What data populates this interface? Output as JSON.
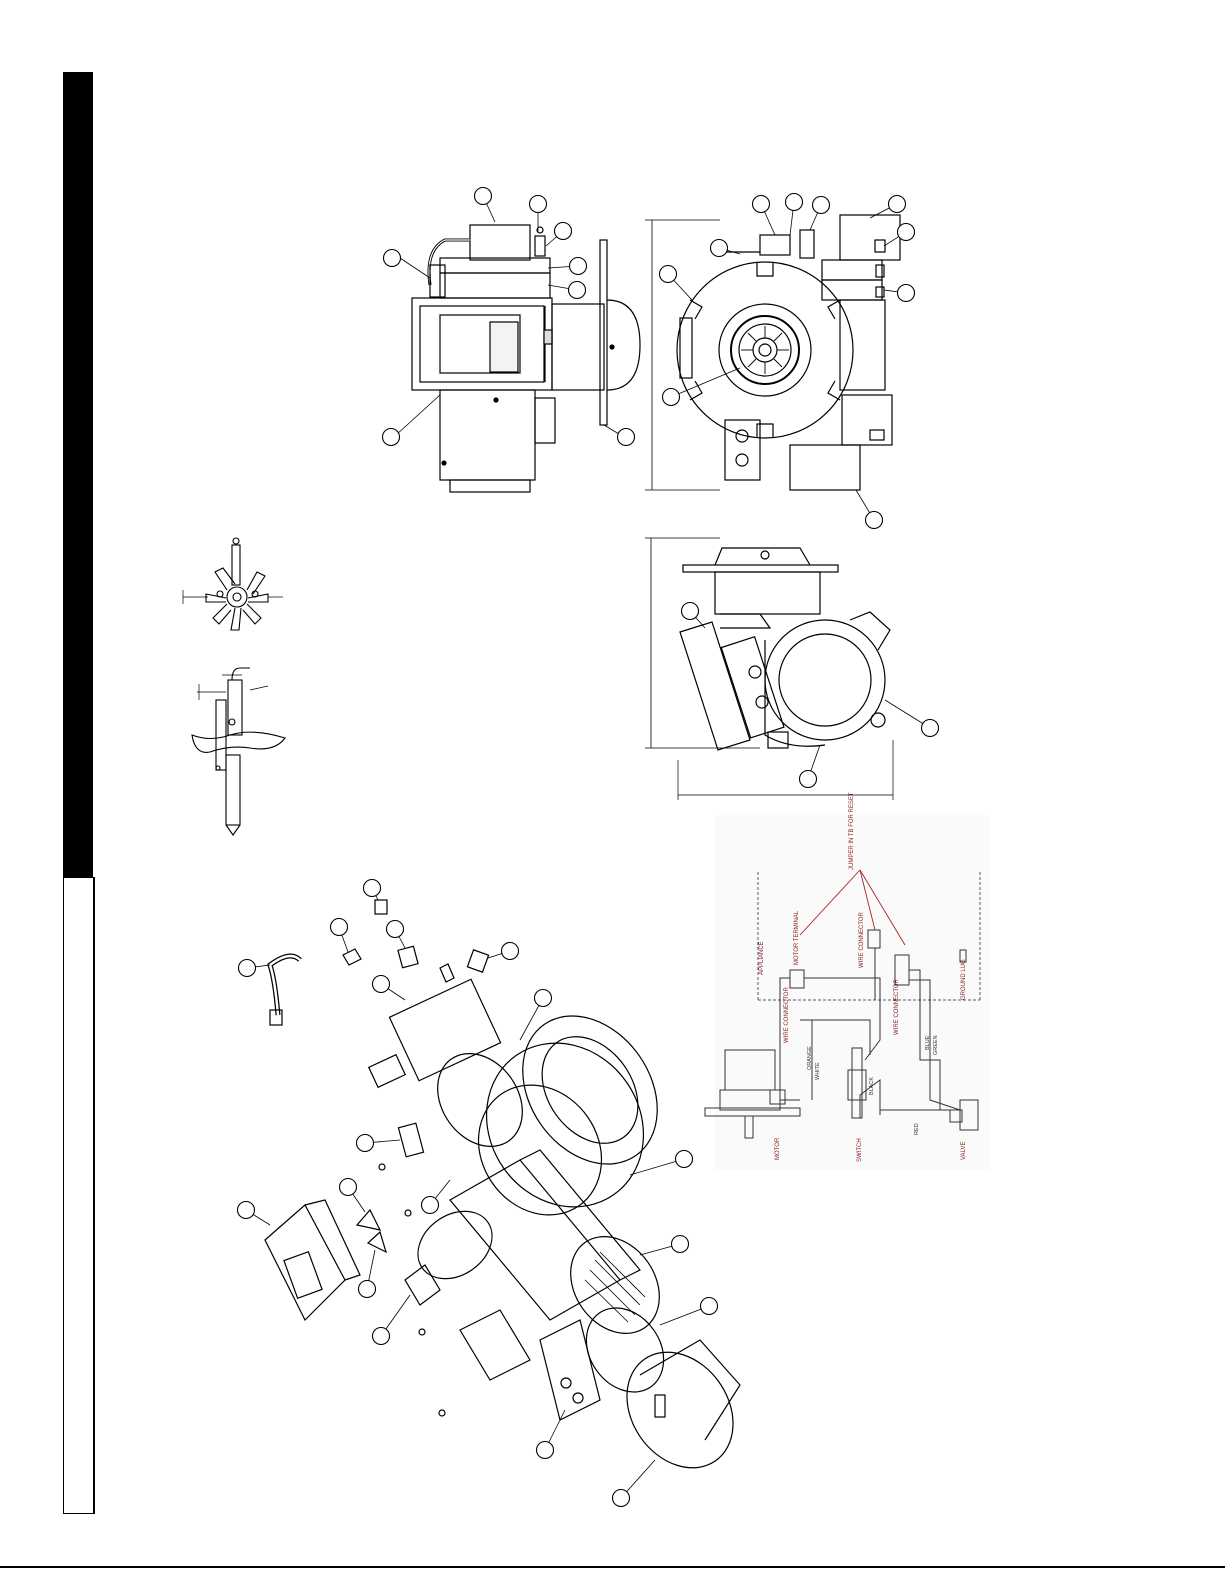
{
  "wiring": {
    "labels": {
      "jumper_note": "JUMPER IN TB FOR RESET",
      "appliance": "APPLIANCE",
      "motor_terminal": "MOTOR TERMINAL",
      "motor": "MOTOR",
      "switch": "SWITCH",
      "valve": "VALVE",
      "ground_lug": "GROUND LUG",
      "wire_molex_a": "WIRE CONNECTOR",
      "wire_molex_b": "WIRE CONNECTOR",
      "wire_molex_c": "WIRE CONNECTOR",
      "black": "BLACK",
      "white": "WHITE",
      "red": "RED",
      "orange": "ORANGE",
      "blue": "BLUE",
      "green": "GREEN"
    }
  }
}
